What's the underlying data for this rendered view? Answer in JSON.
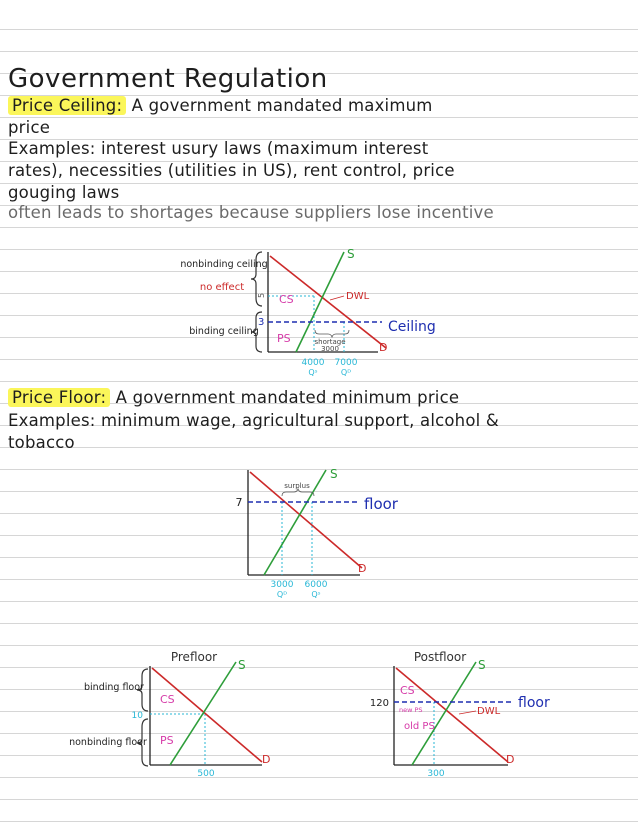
{
  "title": "Government Regulation",
  "ceiling_section": {
    "term": "Price Ceiling:",
    "definition_1": "A government mandated maximum",
    "definition_2": "price",
    "examples_1": "Examples: interest usury laws (maximum interest",
    "examples_2": "rates), necessities (utilities in US), rent control, price",
    "examples_3": "gouging laws",
    "note": "often leads to shortages because suppliers lose incentive"
  },
  "ceiling_graph": {
    "nonbinding_label": "nonbinding ceiling",
    "no_effect": "no effect",
    "binding_label": "binding ceiling",
    "s": "S",
    "d": "D",
    "cs": "CS",
    "ps": "PS",
    "dwl": "DWL",
    "ceiling": "Ceiling",
    "shortage": "shortage",
    "shortage_qty": "3000",
    "price_5": "5",
    "price_3": "3",
    "q1": "4000",
    "q1_sub": "Qˢ",
    "q2": "7000",
    "q2_sub": "Qᴰ"
  },
  "floor_section": {
    "term": "Price Floor:",
    "definition": "A government mandated minimum price",
    "examples_1": "Examples: minimum wage, agricultural support, alcohol &",
    "examples_2": "tobacco"
  },
  "floor_graph": {
    "s": "S",
    "d": "D",
    "surplus": "surplus",
    "floor": "floor",
    "price_7": "7",
    "q1": "3000",
    "q1_sub": "Qᴰ",
    "q2": "6000",
    "q2_sub": "Qˢ"
  },
  "prefloor_graph": {
    "title": "Prefloor",
    "s": "S",
    "d": "D",
    "cs": "CS",
    "ps": "PS",
    "binding_label": "binding floor",
    "nonbinding_label": "nonbinding floor",
    "price": "10",
    "qty": "500"
  },
  "postfloor_graph": {
    "title": "Postfloor",
    "s": "S",
    "d": "D",
    "cs": "CS",
    "new_ps": "new PS",
    "old_ps": "old PS",
    "dwl": "DWL",
    "floor": "floor",
    "price": "120",
    "qty": "300"
  },
  "colors": {
    "highlight": "#fbf65a",
    "supply": "#2e9e3a",
    "demand": "#cc2a2a",
    "ceiling_floor_line": "#1f2fb0",
    "cs_ps": "#d63aa8",
    "axis_marks": "#28b7d6",
    "grid": "#d6d6d6"
  }
}
